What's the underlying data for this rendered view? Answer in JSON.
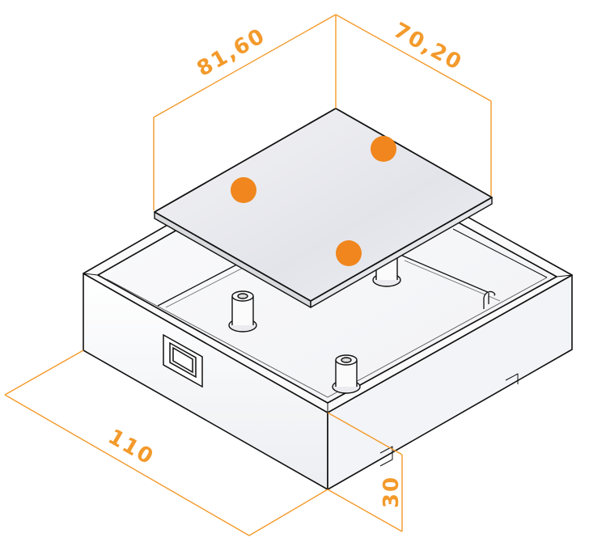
{
  "drawing": {
    "dimension_color": "#f39a2b",
    "marker_color": "#f0861d",
    "line_color": "#111111",
    "dimensions": {
      "top_left": "81,60",
      "top_right": "70,20",
      "base_length": "110",
      "height": "30"
    }
  }
}
